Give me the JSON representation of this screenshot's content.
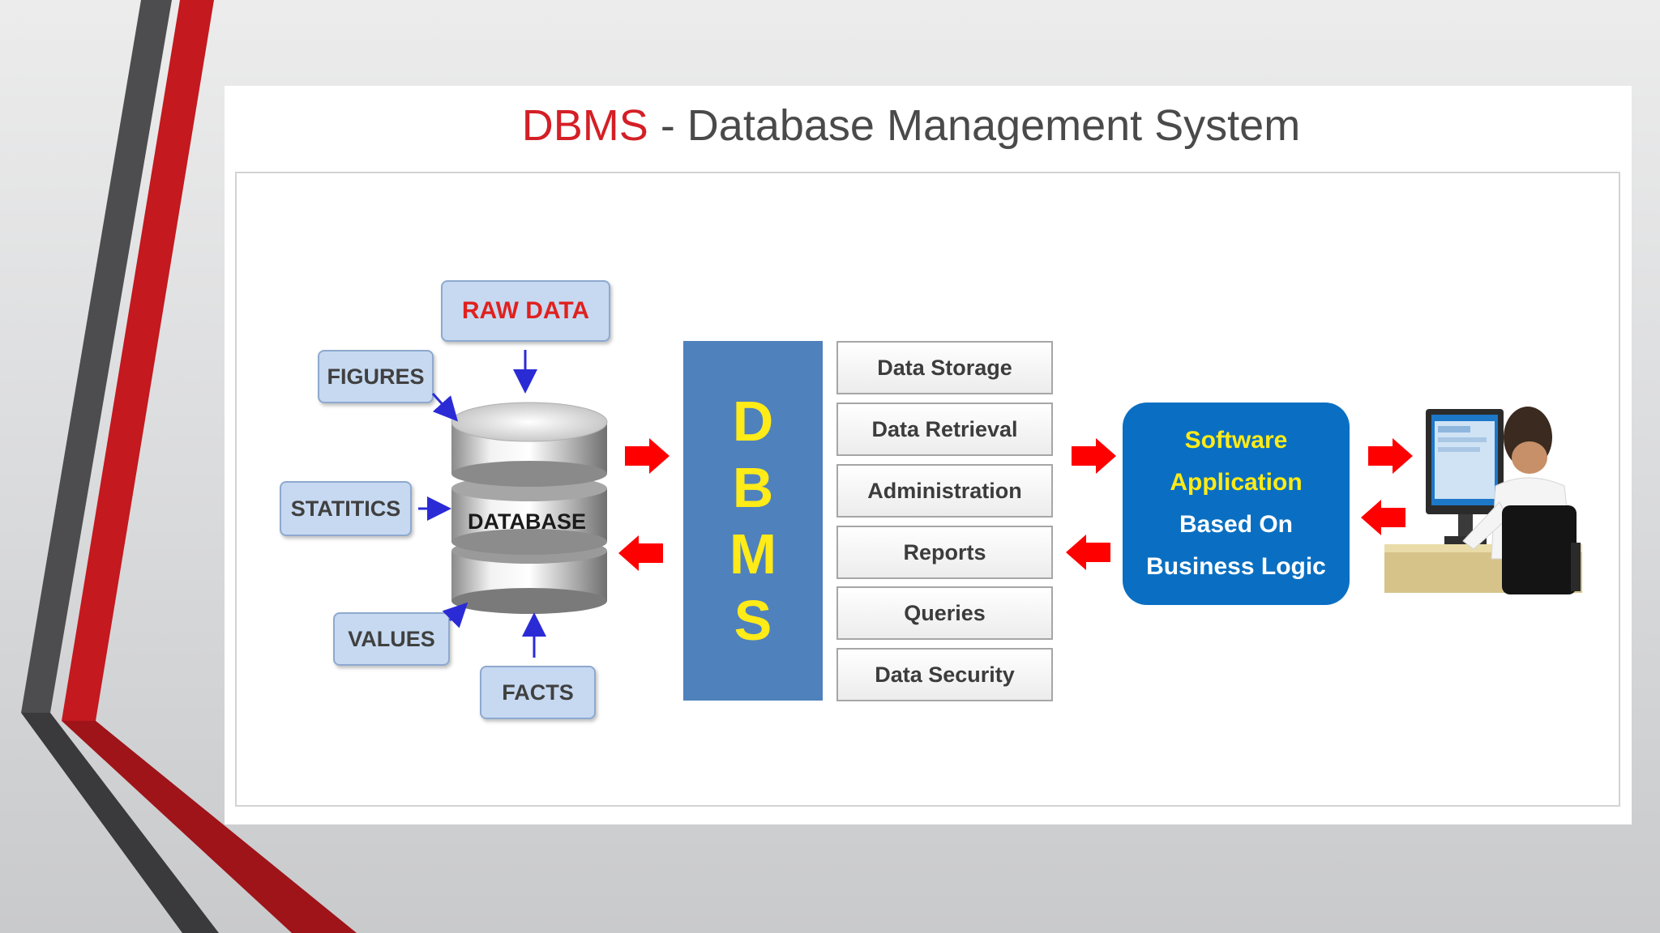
{
  "slide": {
    "title_accent": "DBMS",
    "title_rest": " - Database Management System"
  },
  "inputs": {
    "raw_data": "RAW  DATA",
    "figures": "FIGURES",
    "statitics": "STATITICS",
    "values": "VALUES",
    "facts": "FACTS"
  },
  "database": {
    "label": "DATABASE"
  },
  "dbms": {
    "letters": [
      "D",
      "B",
      "M",
      "S"
    ]
  },
  "functions": [
    "Data  Storage",
    "Data  Retrieval",
    "Administration",
    "Reports",
    "Queries",
    "Data Security"
  ],
  "application": {
    "line1": "Software",
    "line2": "Application",
    "line3": "Based  On",
    "line4": "Business  Logic"
  },
  "colors": {
    "accent_red": "#d41f26",
    "dbms_blue": "#4f81bd",
    "dbms_letter_yellow": "#ffeb17",
    "app_blue": "#0a6fc2",
    "tag_fill": "#c6d9f1",
    "arrow_red": "#ff0000",
    "connector_blue": "#2b2bd6"
  },
  "icons": [
    "database-cylinder-icon",
    "user-at-computer-icon"
  ]
}
